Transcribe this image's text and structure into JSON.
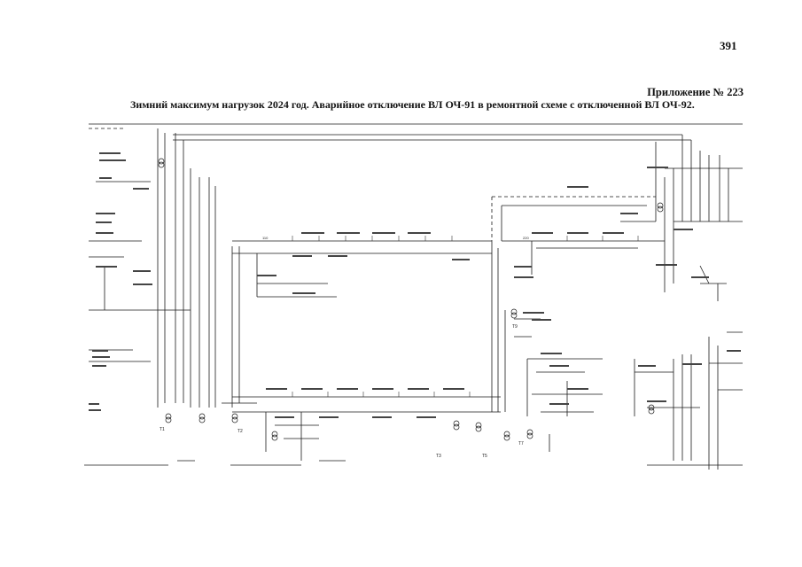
{
  "page": {
    "number": "391",
    "appendix": "Приложение № 223",
    "title": "Зимний максимум нагрузок 2024 год. Аварийное отключение ВЛ ОЧ-91 в ремонтной схеме с отключенной ВЛ ОЧ-92."
  },
  "scheme": {
    "labels": [
      {
        "key": "gen-t1",
        "text": "Т1"
      },
      {
        "key": "gen-t2",
        "text": "Т2"
      },
      {
        "key": "gen-t3",
        "text": "Т3"
      },
      {
        "key": "gen-t5",
        "text": "Т5"
      },
      {
        "key": "gen-t7",
        "text": "Т7"
      },
      {
        "key": "gen-t9",
        "text": "Т9"
      },
      {
        "key": "bus-110",
        "text": "110"
      },
      {
        "key": "bus-220",
        "text": "220"
      }
    ]
  }
}
